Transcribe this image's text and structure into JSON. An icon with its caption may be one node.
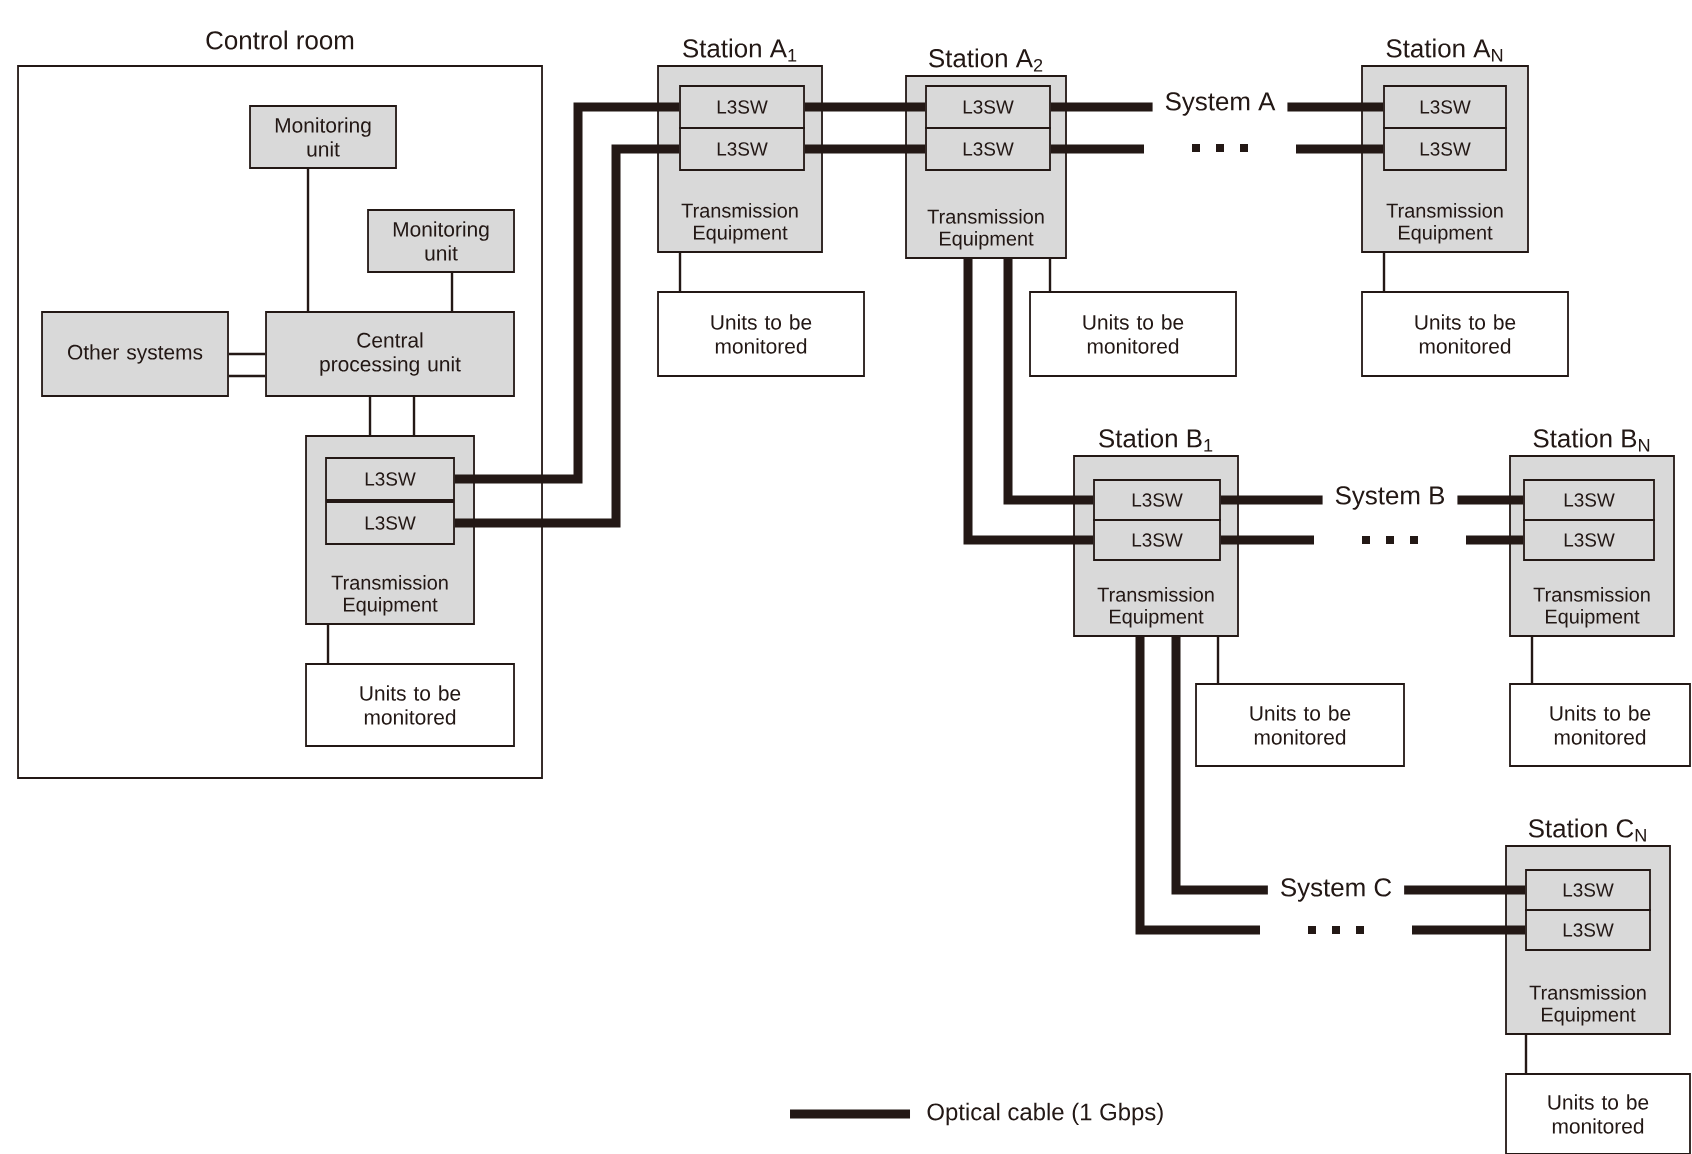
{
  "diagram": {
    "nodes": [
      {
        "text": [
          "Control room"
        ]
      },
      {
        "text": [
          "Monitoring unit"
        ],
        "in": 0
      },
      {
        "text": [
          "Monitoring unit"
        ],
        "in": 0
      },
      {
        "text": [
          "Other systems"
        ],
        "in": 0
      },
      {
        "text": [
          "Central processing unit"
        ],
        "in": 0
      },
      {
        "text": [
          "Transmission Equipment"
        ],
        "in": 0
      },
      {
        "text": [
          "L3SW"
        ],
        "in": 5
      },
      {
        "text": [
          "L3SW"
        ],
        "in": 5
      },
      {
        "text": [
          "Units to be monitored"
        ],
        "in": 0
      },
      {
        "text": [
          "Station A$_{1}$",
          "Transmission Equipment"
        ]
      },
      {
        "text": [
          "L3SW"
        ],
        "in": 9
      },
      {
        "text": [
          "L3SW"
        ],
        "in": 9
      },
      {
        "text": [
          "Units to be monitored"
        ]
      },
      {
        "text": [
          "Station A$_{2}$",
          "Transmission Equipment"
        ]
      },
      {
        "text": [
          "L3SW"
        ],
        "in": 13
      },
      {
        "text": [
          "L3SW"
        ],
        "in": 13
      },
      {
        "text": [
          "Units to be monitored"
        ]
      },
      {
        "text": [
          "Station A$_{N}$",
          "Transmission Equipment"
        ]
      },
      {
        "text": [
          "L3SW"
        ],
        "in": 17
      },
      {
        "text": [
          "L3SW"
        ],
        "in": 17
      },
      {
        "text": [
          "Units to be monitored"
        ]
      },
      {
        "text": [
          "Station B$_{1}$",
          "Transmission Equipment"
        ]
      },
      {
        "text": [
          "L3SW"
        ],
        "in": 21
      },
      {
        "text": [
          "L3SW"
        ],
        "in": 21
      },
      {
        "text": [
          "Units to be monitored"
        ]
      },
      {
        "text": [
          "Station B$_{N}$",
          "Transmission Equipment"
        ]
      },
      {
        "text": [
          "L3SW"
        ],
        "in": 25
      },
      {
        "text": [
          "L3SW"
        ],
        "in": 25
      },
      {
        "text": [
          "Units to be monitored"
        ]
      },
      {
        "text": [
          "Station C$_{N}$",
          "Transmission Equipment"
        ]
      },
      {
        "text": [
          "L3SW"
        ],
        "in": 29
      },
      {
        "text": [
          "L3SW"
        ],
        "in": 29
      },
      {
        "text": [
          "Units to be monitored"
        ]
      }
    ],
    "edges": [
      {
        "from": 1,
        "to": 4,
        "arrow": "none"
      },
      {
        "from": 2,
        "to": 4,
        "arrow": "none"
      },
      {
        "from": 3,
        "to": 4,
        "arrow": "none"
      },
      {
        "from": 3,
        "to": 4,
        "arrow": "none"
      },
      {
        "from": 4,
        "to": 5,
        "arrow": "none"
      },
      {
        "from": 4,
        "to": 5,
        "arrow": "none"
      },
      {
        "from": 5,
        "to": 8,
        "arrow": "none"
      },
      {
        "from": 6,
        "to": 10,
        "arrow": "none",
        "style": "thick"
      },
      {
        "from": 7,
        "to": 11,
        "arrow": "none",
        "style": "thick"
      },
      {
        "from": 10,
        "to": 14,
        "arrow": "none",
        "style": "thick"
      },
      {
        "from": 11,
        "to": 15,
        "arrow": "none",
        "style": "thick"
      },
      {
        "from": 14,
        "to": 18,
        "arrow": "none",
        "style": "thick",
        "label": "System A"
      },
      {
        "from": 15,
        "to": 19,
        "arrow": "none",
        "style": "thick"
      },
      {
        "from": 9,
        "to": 12,
        "arrow": "none"
      },
      {
        "from": 13,
        "to": 16,
        "arrow": "none"
      },
      {
        "from": 17,
        "to": 20,
        "arrow": "none"
      },
      {
        "from": 13,
        "to": 22,
        "arrow": "none",
        "style": "thick"
      },
      {
        "from": 13,
        "to": 23,
        "arrow": "none",
        "style": "thick"
      },
      {
        "from": 22,
        "to": 26,
        "arrow": "none",
        "style": "thick",
        "label": "System B"
      },
      {
        "from": 23,
        "to": 27,
        "arrow": "none",
        "style": "thick"
      },
      {
        "from": 21,
        "to": 24,
        "arrow": "none"
      },
      {
        "from": 25,
        "to": 28,
        "arrow": "none"
      },
      {
        "from": 21,
        "to": 30,
        "arrow": "none",
        "style": "thick",
        "label": "System C"
      },
      {
        "from": 21,
        "to": 31,
        "arrow": "none",
        "style": "thick"
      },
      {
        "from": 29,
        "to": 32,
        "arrow": "none"
      }
    ],
    "legend": [
      {
        "text": "Optical cable (1 Gbps)"
      }
    ]
  }
}
